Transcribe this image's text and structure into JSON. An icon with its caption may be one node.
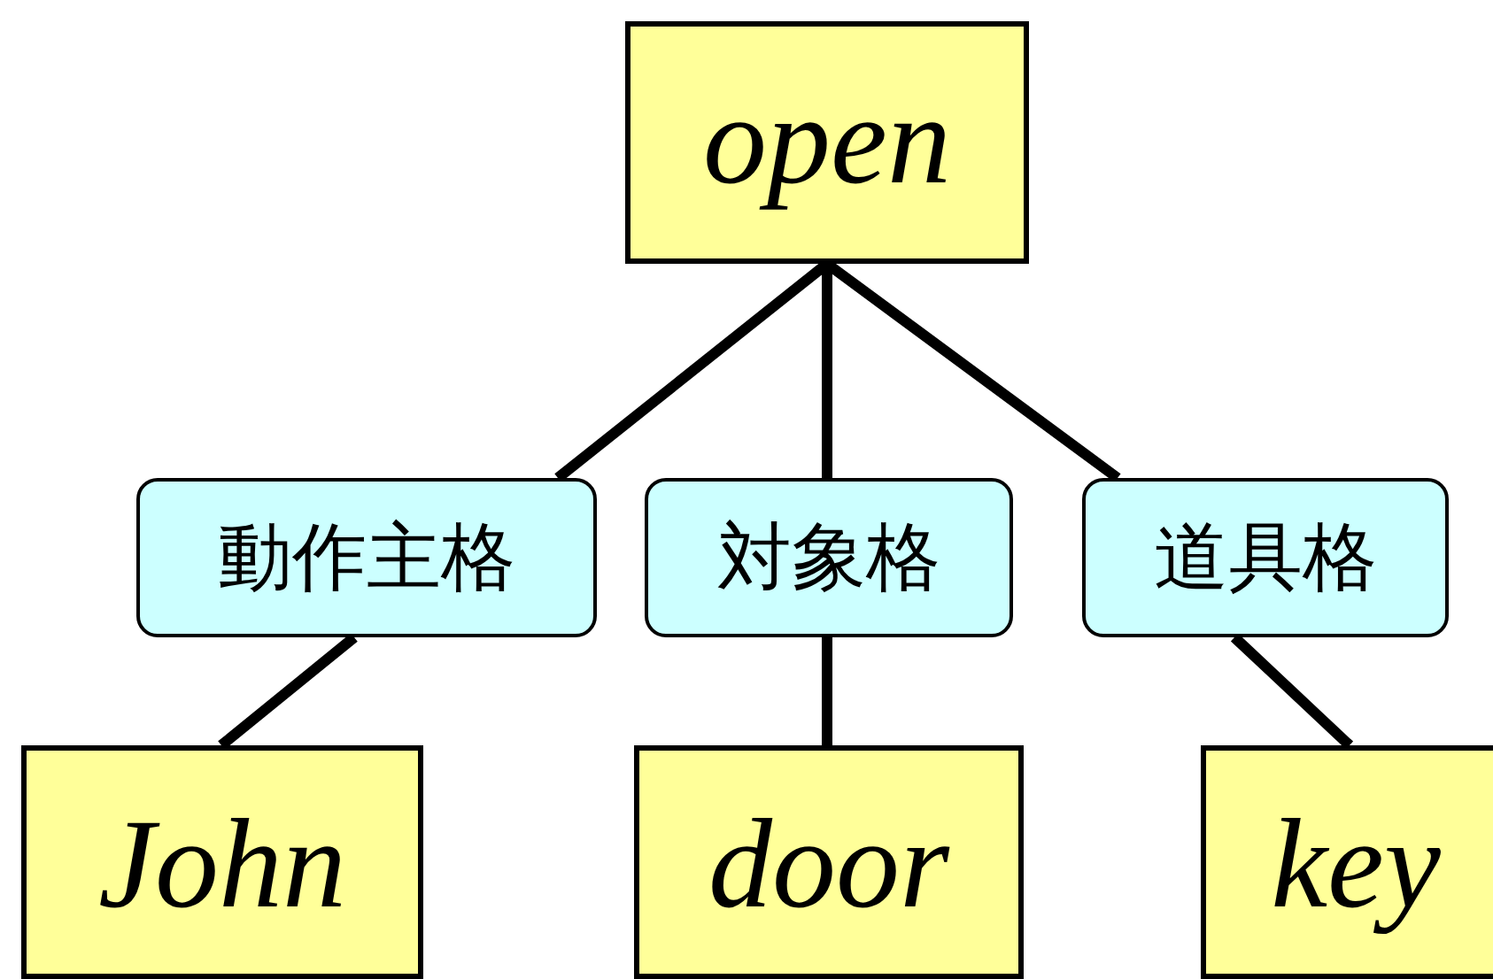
{
  "diagram": {
    "nodes": [
      {
        "text": [
          "open"
        ]
      },
      {
        "text": [
          "動作主格"
        ]
      },
      {
        "text": [
          "対象格"
        ]
      },
      {
        "text": [
          "道具格"
        ]
      },
      {
        "text": [
          "John"
        ]
      },
      {
        "text": [
          "door"
        ]
      },
      {
        "text": [
          "key"
        ]
      }
    ],
    "edges": [
      {
        "from": 0,
        "to": 1,
        "arrow": "none"
      },
      {
        "from": 0,
        "to": 2,
        "arrow": "none"
      },
      {
        "from": 0,
        "to": 3,
        "arrow": "none"
      },
      {
        "from": 1,
        "to": 4,
        "arrow": "none"
      },
      {
        "from": 2,
        "to": 5,
        "arrow": "none"
      },
      {
        "from": 3,
        "to": 6,
        "arrow": "none"
      }
    ]
  }
}
